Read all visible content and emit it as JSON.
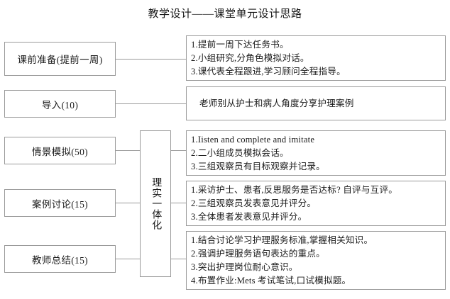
{
  "title": "教学设计——课堂单元设计思路",
  "colors": {
    "border": "#9a9a9a",
    "text": "#1a1a1a",
    "background": "#ffffff"
  },
  "center_node": {
    "label": "理实一体化",
    "chars": [
      "理",
      "实",
      "一",
      "体",
      "化"
    ]
  },
  "stages": [
    {
      "label": "课前准备(提前一周)"
    },
    {
      "label": "导入(10)"
    },
    {
      "label": "情景模拟(50)"
    },
    {
      "label": "案例讨论(15)"
    },
    {
      "label": "教师总结(15)"
    }
  ],
  "details": [
    {
      "lines": [
        "1.提前一周下达任务书。",
        "2.小组研究,分角色模拟对话。",
        "3.课代表全程跟进,学习顾问全程指导。"
      ]
    },
    {
      "lines": [
        "老师别从护士和病人角度分享护理案例"
      ]
    },
    {
      "lines": [
        "1.Iisten and complete and imitate",
        "2.二小组成员模拟会话。",
        "3.三组观察员有目标观察并记录。"
      ]
    },
    {
      "lines": [
        "1.采访护士、患者,反思服务是否达标? 自评与互评。",
        "2.三组观察员发表意见并评分。",
        "3.全体患者发表意见并评分。"
      ]
    },
    {
      "lines": [
        "1.结合讨论学习护理服务标准,掌握相关知识。",
        "2.强调护理服务语句表达的重点。",
        "3.突出护理岗位耐心意识。",
        "4.布置作业:Mets 考试笔试,口试模拟题。"
      ]
    }
  ]
}
